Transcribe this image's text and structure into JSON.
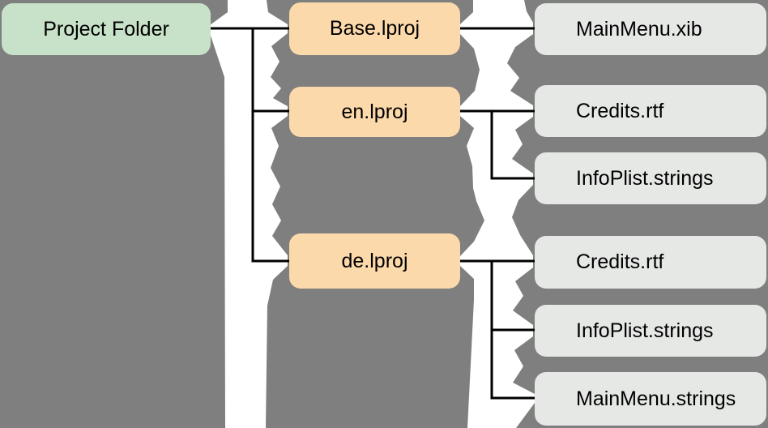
{
  "diagram": {
    "type": "tree",
    "description": "Xcode localization project folder structure",
    "root": {
      "label": "Project Folder"
    },
    "folders": [
      {
        "label": "Base.lproj",
        "files": [
          "MainMenu.xib"
        ]
      },
      {
        "label": "en.lproj",
        "files": [
          "Credits.rtf",
          "InfoPlist.strings"
        ]
      },
      {
        "label": "de.lproj",
        "files": [
          "Credits.rtf",
          "InfoPlist.strings",
          "MainMenu.strings"
        ]
      }
    ]
  },
  "colors": {
    "background": "#7e7f7e",
    "torn_strip": "#ffffff",
    "connector_line": "#000000",
    "root_fill": "#c7e2c8",
    "lproj_fill": "#fcd9aa",
    "file_fill": "#e6e8e6",
    "text": "#000000"
  }
}
